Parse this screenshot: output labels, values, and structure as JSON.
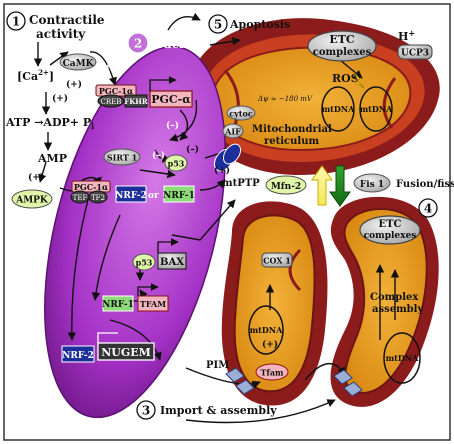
{
  "numbers": {
    "n1": "1",
    "n2": "2",
    "n3": "3",
    "n4": "4",
    "n5": "5"
  },
  "labels": {
    "contractile_1": "Contractile",
    "contractile_2": "activity",
    "camk": "CaMK",
    "ca": "[Ca",
    "ca_sup": "2+",
    "ca_close": "]",
    "atp_line": "ATP →ADP+ P",
    "atp_sub": "i",
    "amp": "AMP",
    "ampk": "AMPK",
    "plus": "(+)",
    "minus": "(–)",
    "nucleus": "Nucleus",
    "pgc1a": "PGC-1α",
    "pgc_alpha_gene": "PGC-α",
    "creb": "CREB",
    "fkhr": "FKHR",
    "sirt1": "SIRT 1",
    "p53": "p53",
    "tef": "TEF",
    "tf2": "TF2",
    "nrf2": "NRF-2",
    "or": " or ",
    "nrf1": "NRF-1",
    "bax": "BAX",
    "tfam_gene": "TFAM",
    "nugem": "NUGEM",
    "apoptosis": "Apoptosis",
    "etc_1": "ETC",
    "etc_2": "complexes",
    "h_plus": "H",
    "h_sup": "+",
    "ucp3": "UCP3",
    "ros": "ROS",
    "mv": "Δψ ≈ −180 mV",
    "mtdna": "mtDNA",
    "cytoc": "cytoc",
    "aif": "AIF",
    "mito_1": "Mitochondrial",
    "mito_2": "reticulum",
    "mtptp": "mtPTP",
    "mfn2": "Mfn-2",
    "fis1": "Fis 1",
    "fusion": "Fusion/fission",
    "cox1": "COX 1",
    "tfam_protein": "Tfam",
    "complex_1": "Complex",
    "complex_2": "assembly",
    "pim": "PIM",
    "import": "Import & assembly"
  },
  "colors": {
    "nucleus": "#a431c6",
    "mito_outer": "#8c1c1c",
    "mito_inner": "#e8a020",
    "pink_box": "#f4b6be",
    "nrf_blue": "#1d2f9a",
    "nrf_green": "#8ddc79",
    "grey": "#c9c9c9"
  }
}
